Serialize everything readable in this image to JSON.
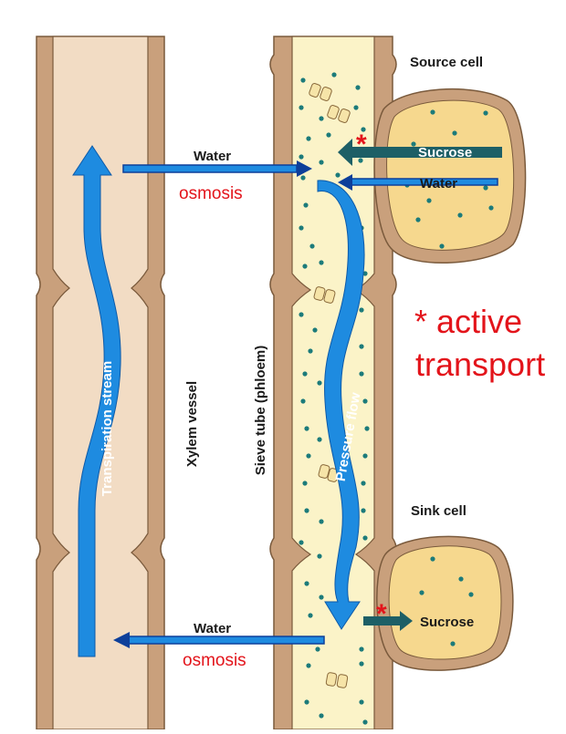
{
  "labels": {
    "source_cell": "Source cell",
    "sink_cell": "Sink cell",
    "xylem_vessel": "Xylem vessel",
    "sieve_tube": "Sieve tube (phloem)",
    "transpiration_stream": "Transpiration stream",
    "pressure_flow": "Pressure flow",
    "water_top": "Water",
    "osmosis_top": "osmosis",
    "sucrose_source": "Sucrose",
    "water_source": "Water",
    "sucrose_sink": "Sucrose",
    "water_bottom": "Water",
    "osmosis_bottom": "osmosis"
  },
  "legend": {
    "symbol": "*",
    "line1": "active",
    "line2": "transport"
  },
  "markers": {
    "source_star": "*",
    "sink_star": "*"
  },
  "colors": {
    "wall": "#c9a07c",
    "wall_stroke": "#7a5a3c",
    "xylem_fill": "#f2dcc4",
    "phloem_fill": "#fbf3c8",
    "cell_fill": "#f6d88e",
    "dot": "#1c7b7a",
    "arrow_blue": "#1e8be0",
    "arrow_dark": "#0d3f9a",
    "teal_arrow": "#1d5f66",
    "red": "#e3141b"
  }
}
